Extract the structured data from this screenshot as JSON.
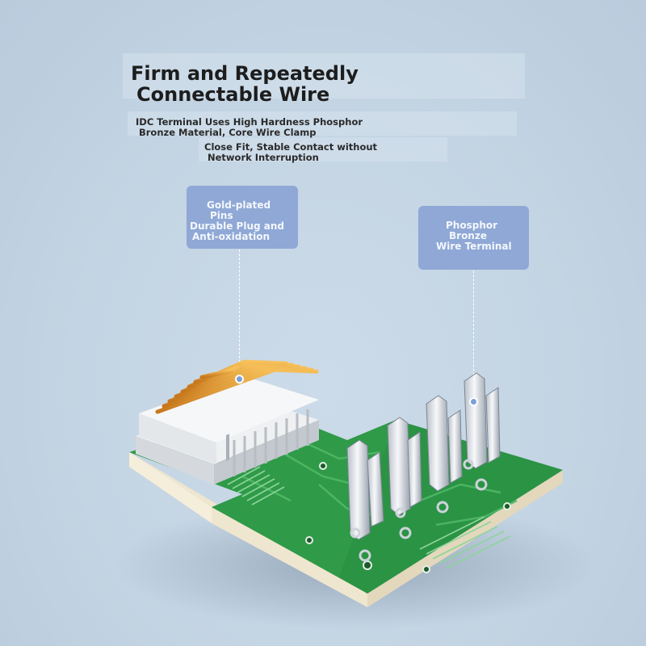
{
  "title": {
    "line1": "Firm and Repeatedly",
    "line2": "Connectable Wire"
  },
  "description": {
    "line1": "IDC Terminal Uses High Hardness Phosphor",
    "line2": "Bronze Material, Core Wire Clamp",
    "line3": "Close Fit, Stable Contact without",
    "line4": "Network Interruption"
  },
  "callouts": {
    "gold": {
      "line1": "Gold-plated",
      "line2": "Pins",
      "line3": "Durable Plug and",
      "line4": "Anti-oxidation"
    },
    "bronze": {
      "line1": "Phosphor",
      "line2": "Bronze",
      "line3": "Wire Terminal"
    }
  },
  "colors": {
    "background": "#c3d4e3",
    "callout": "#8fa8d6",
    "pcb": "#2f9a48",
    "pcb_edge": "#f2ead5",
    "gold_pin": "#e09a2a",
    "terminal": "#dfe3e8"
  }
}
